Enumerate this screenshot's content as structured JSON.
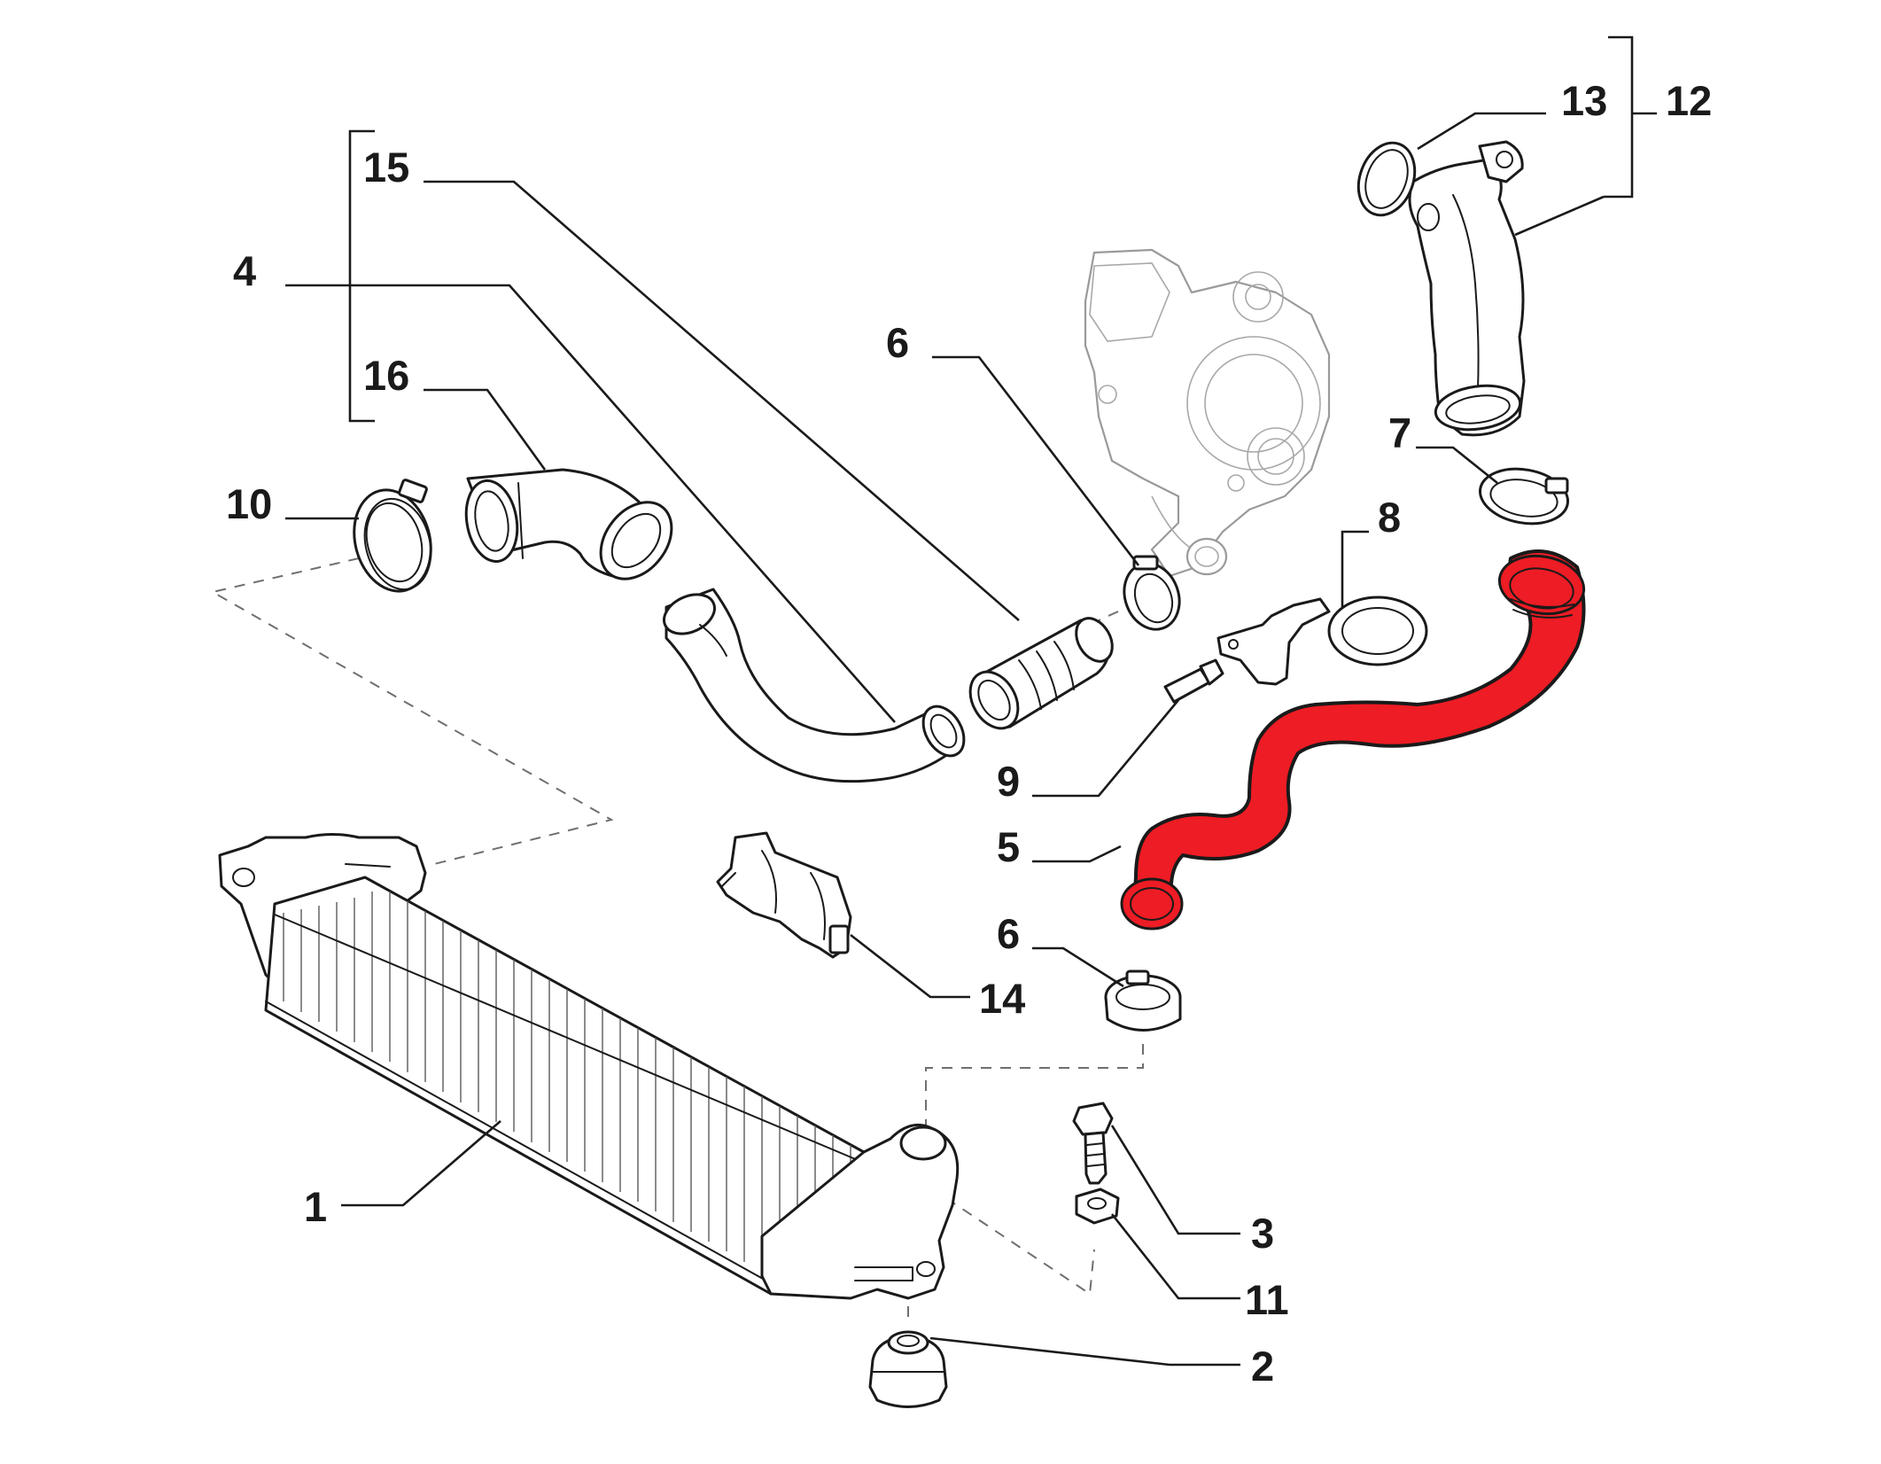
{
  "diagram": {
    "highlight_color": "#ee1c24",
    "line_color": "#1a1a1a",
    "callouts": {
      "c15": "15",
      "c4": "4",
      "c16": "16",
      "c10": "10",
      "c6_top": "6",
      "c13": "13",
      "c12": "12",
      "c7": "7",
      "c8": "8",
      "c9": "9",
      "c5": "5",
      "c6_bottom": "6",
      "c14": "14",
      "c1": "1",
      "c3": "3",
      "c11": "11",
      "c2": "2"
    }
  }
}
